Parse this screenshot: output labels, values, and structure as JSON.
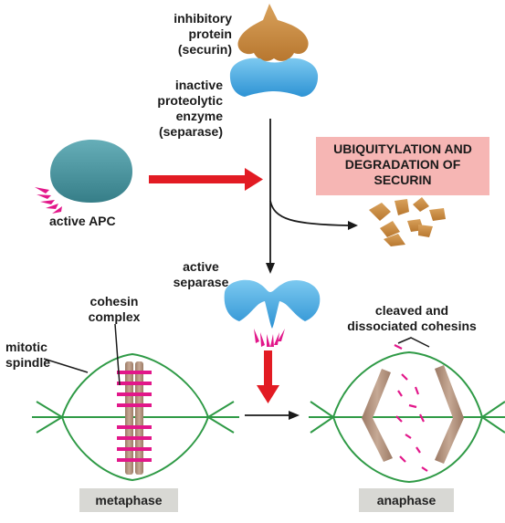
{
  "labels": {
    "securin": "inhibitory\nprotein\n(securin)",
    "separase_inactive": "inactive\nproteolytic\nenzyme\n(separase)",
    "active_apc": "active APC",
    "degradation": "UBIQUITYLATION AND\nDEGRADATION OF\nSECURIN",
    "active_separase": "active\nseparase",
    "cohesin_complex": "cohesin\ncomplex",
    "mitotic_spindle": "mitotic\nspindle",
    "cleaved_cohesins": "cleaved and\ndissociated cohesins",
    "metaphase": "metaphase",
    "anaphase": "anaphase"
  },
  "colors": {
    "securin": "#c98a3e",
    "separase": "#45a8e0",
    "apc": "#3f8f9a",
    "arrow_red": "#e21b23",
    "spindle": "#2f9a46",
    "cohesin": "#e2178a",
    "chromosome": "#b99a86",
    "degradation_box": "#f6b6b4",
    "phase_box": "#d8d8d4"
  }
}
